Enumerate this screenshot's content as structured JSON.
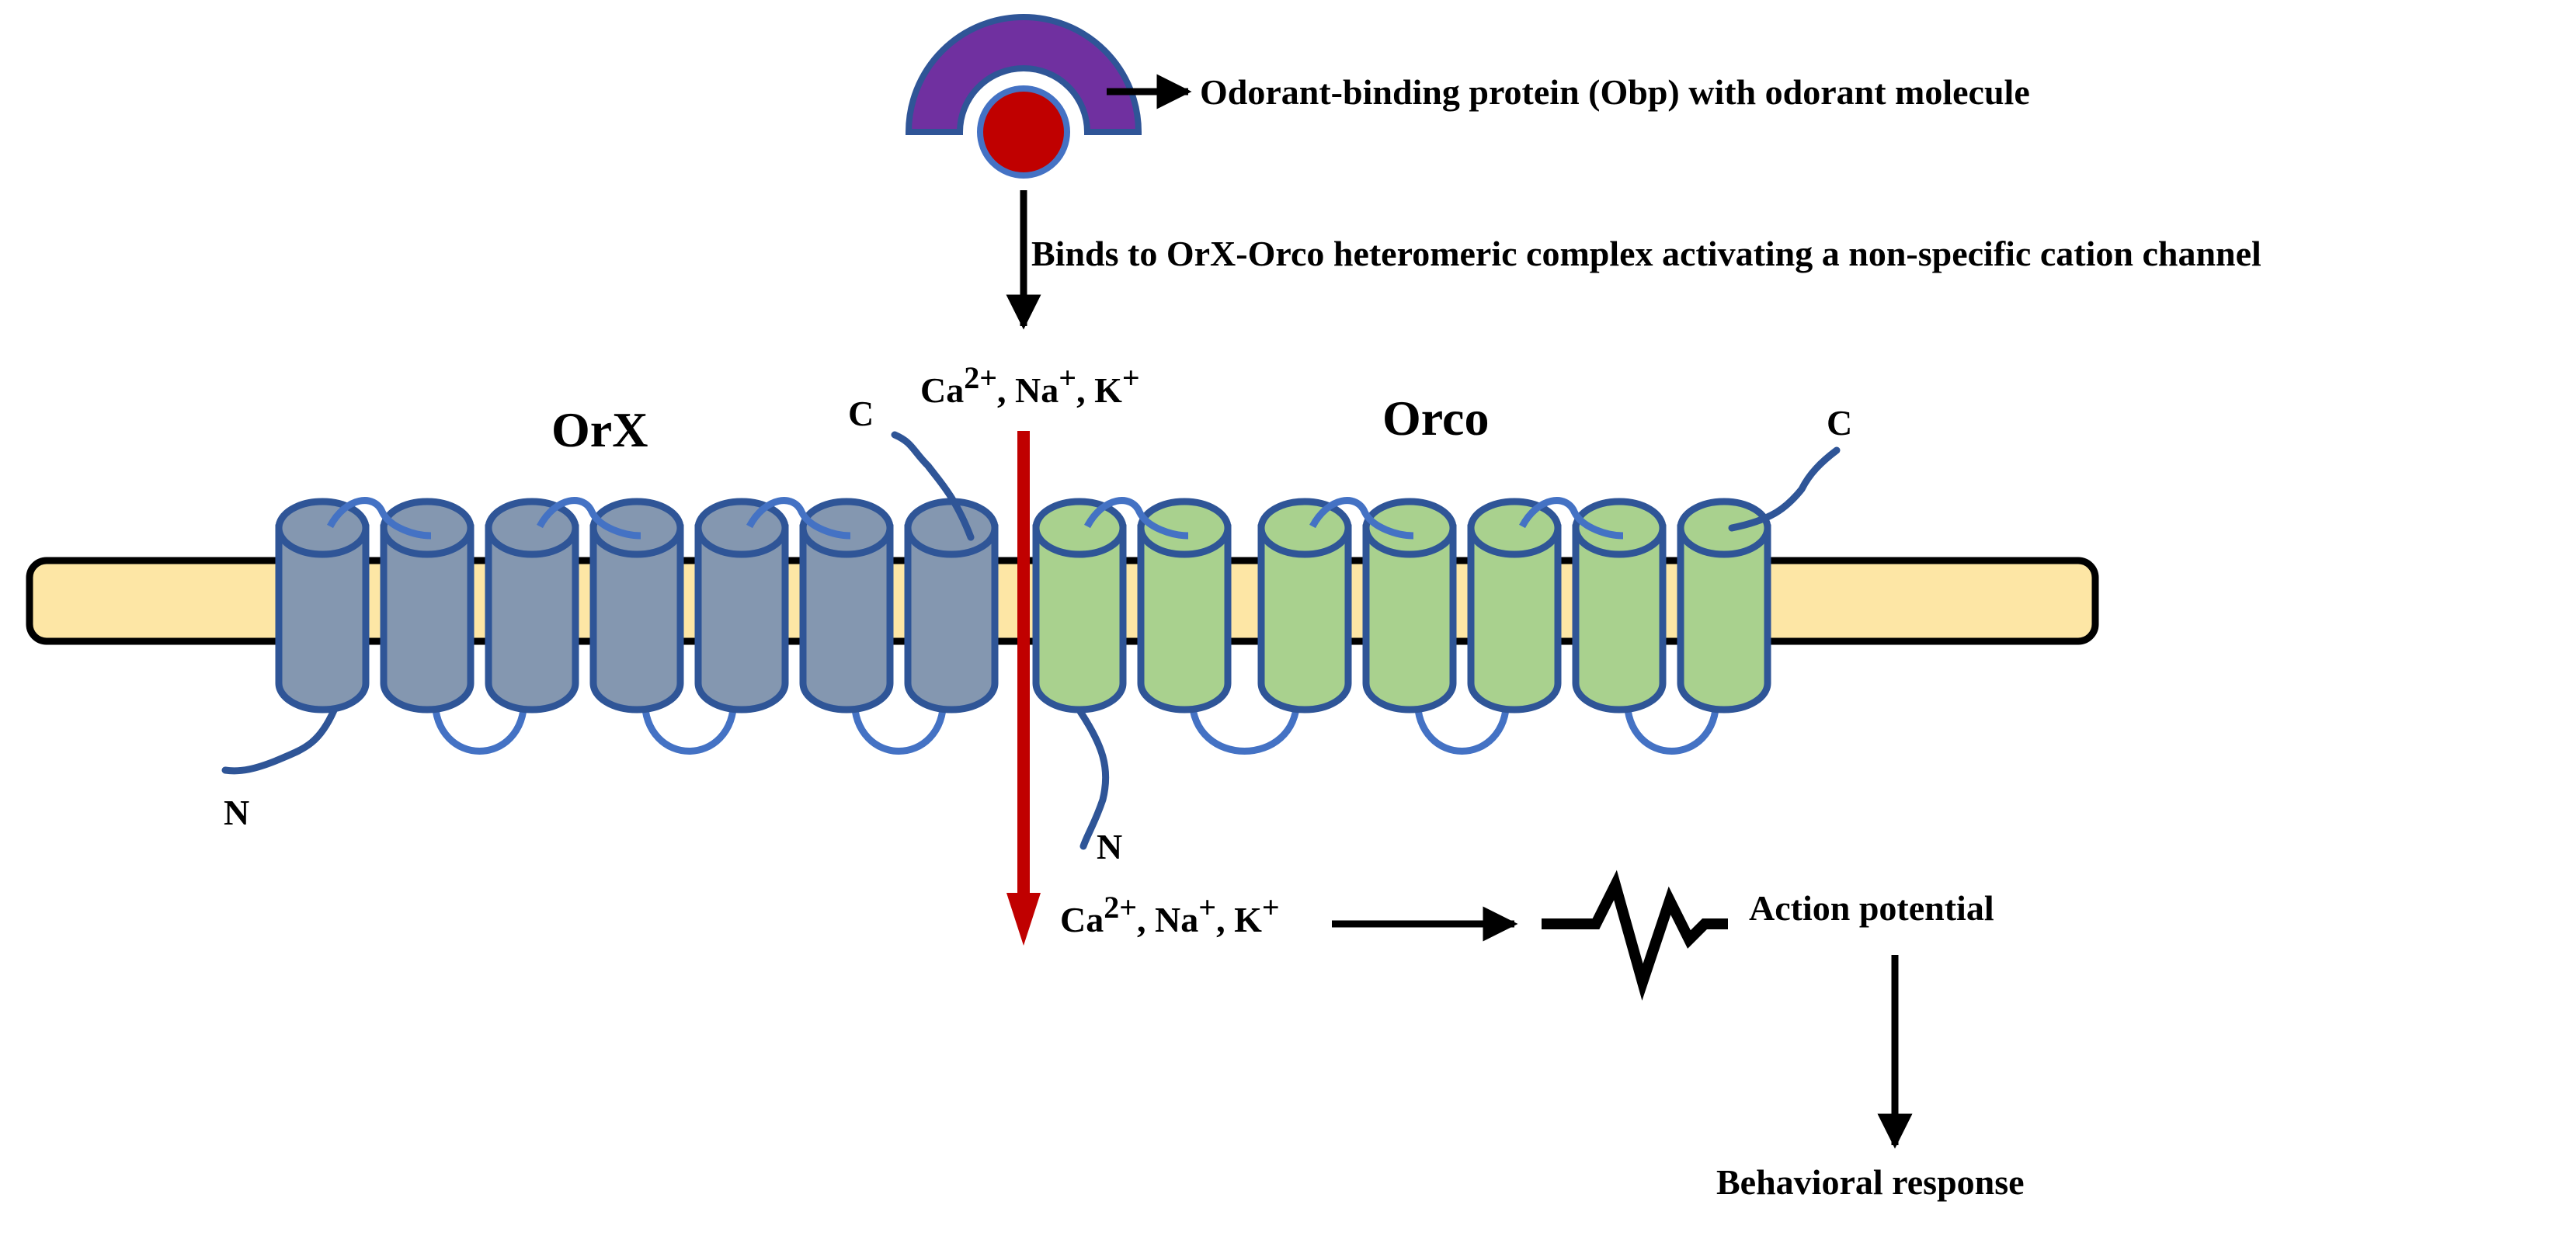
{
  "obp_label": "Odorant-binding protein (Obp) with odorant molecule",
  "binding_text": "Binds to OrX-Orco heteromeric complex activating a non-specific cation channel",
  "ions_top": {
    "ca": "Ca",
    "ca_sup": "2+",
    "na": "Na",
    "na_sup": "+",
    "k": "K",
    "k_sup": "+",
    "sep": ", "
  },
  "ions_bottom": {
    "ca": "Ca",
    "ca_sup": "2+",
    "na": "Na",
    "na_sup": "+",
    "k": "K",
    "k_sup": "+",
    "sep": ", "
  },
  "orx_label": "OrX",
  "orco_label": "Orco",
  "orx_c_terminus": "C",
  "orco_c_terminus": "C",
  "orx_n_terminus": "N",
  "orco_n_terminus": "N",
  "action_potential_label": "Action potential",
  "behavioral_response_label": "Behavioral response",
  "colors": {
    "membrane": "#FDE6A5",
    "orx_fill": "#8497B0",
    "orx_stroke": "#2F5597",
    "orco_fill": "#A9D18E",
    "loop": "#4472C4",
    "obp": "#7030A0",
    "odorant": "#C00000",
    "channel_arrow": "#C00000"
  }
}
